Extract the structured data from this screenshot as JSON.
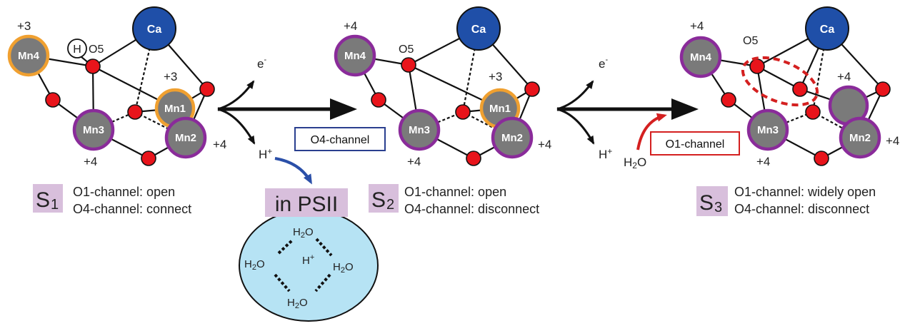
{
  "atoms": {
    "mn1": "Mn1",
    "mn2": "Mn2",
    "mn3": "Mn3",
    "mn4": "Mn4",
    "ca": "Ca",
    "o5": "O5",
    "h": "H"
  },
  "states": [
    {
      "id": "S1",
      "letter": "S",
      "sub": "1",
      "oxidation": {
        "mn4": "+3",
        "mn1": "+3",
        "mn2": "+4",
        "mn3": "+4"
      },
      "o1_channel": "O1-channel: open",
      "o4_channel": "O4-channel: connect"
    },
    {
      "id": "S2",
      "letter": "S",
      "sub": "2",
      "oxidation": {
        "mn4": "+4",
        "mn1": "+3",
        "mn2": "+4",
        "mn3": "+4"
      },
      "o1_channel": "O1-channel: open",
      "o4_channel": "O4-channel: disconnect"
    },
    {
      "id": "S3",
      "letter": "S",
      "sub": "3",
      "oxidation": {
        "mn4": "+4",
        "mn1": "+4",
        "mn2": "+4",
        "mn3": "+4"
      },
      "o1_channel": "O1-channel: widely open",
      "o4_channel": "O4-channel: disconnect"
    }
  ],
  "transitions": [
    {
      "electron": "e",
      "electron_sup": "-",
      "proton": "H",
      "proton_sup": "+",
      "channel_box": "O4-channel"
    },
    {
      "electron": "e",
      "electron_sup": "-",
      "proton": "H",
      "proton_sup": "+",
      "channel_box": "O1-channel",
      "water": "H",
      "water_sub": "2",
      "water_tail": "O"
    }
  ],
  "psii": {
    "title": "in PSII",
    "water": "H",
    "water_sub": "2",
    "water_tail": "O",
    "proton": "H",
    "proton_sup": "+"
  },
  "colors": {
    "mn3_ring": "#f0a030",
    "mn4_ring": "#8a2b9a",
    "ca": "#1f4fa8",
    "oxygen": "#e8141b",
    "o4_box": "#2a3f8f",
    "o1_box": "#d42020",
    "psii_fill": "#b6e3f4",
    "label_bg": "#d8bfdc"
  }
}
